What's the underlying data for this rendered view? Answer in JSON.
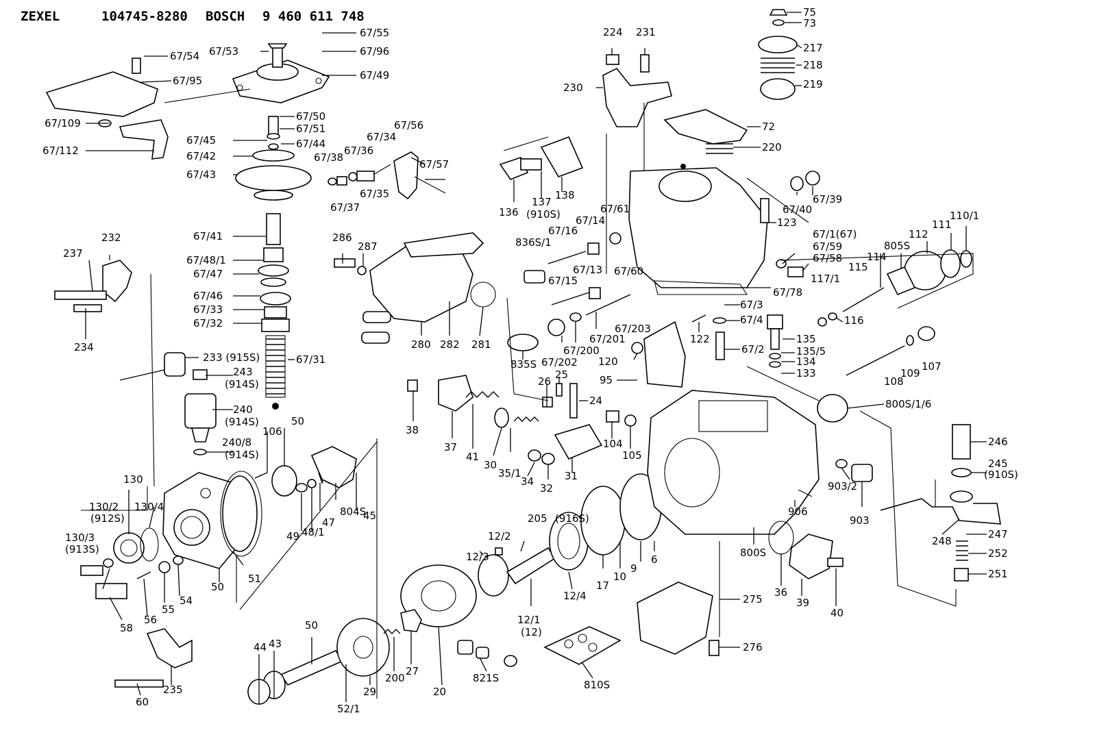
{
  "header": {
    "brand1": "ZEXEL",
    "number1": "104745-8280",
    "brand2": "BOSCH",
    "number2": "9 460 611 748"
  },
  "labels": [
    "67/54",
    "67/53",
    "67/55",
    "67/96",
    "67/95",
    "67/49",
    "67/109",
    "67/112",
    "67/50",
    "67/51",
    "67/45",
    "67/44",
    "67/42",
    "67/43",
    "67/41",
    "67/48/1",
    "67/47",
    "67/46",
    "67/33",
    "67/32",
    "67/31",
    "67/38",
    "67/36",
    "67/34",
    "67/56",
    "67/57",
    "67/37",
    "67/35",
    "237",
    "232",
    "234",
    "233 (915S)",
    "243",
    "(914S)",
    "240",
    "(914S)",
    "240/8",
    "(914S)",
    "286",
    "287",
    "280",
    "282",
    "281",
    "224",
    "231",
    "230",
    "75",
    "73",
    "217",
    "218",
    "219",
    "72",
    "220",
    "136",
    "137",
    "(910S)",
    "138",
    "67/61",
    "67/14",
    "67/16",
    "836S/1",
    "67/13",
    "67/15",
    "67/60",
    "123",
    "67/39",
    "67/40",
    "67/1(67)",
    "67/59",
    "67/58",
    "67/78",
    "110/1",
    "111",
    "112",
    "805S",
    "114",
    "115",
    "117/1",
    "116",
    "67/3",
    "67/4",
    "135",
    "135/5",
    "134",
    "133",
    "67/2",
    "67/201",
    "67/200",
    "67/202",
    "835S",
    "67/203",
    "122",
    "120",
    "95",
    "108",
    "109",
    "107",
    "800S/1/6",
    "38",
    "37",
    "41",
    "30",
    "35/1",
    "34",
    "26",
    "25",
    "24",
    "32",
    "31",
    "104",
    "105",
    "246",
    "245",
    "(910S)",
    "903/2",
    "903",
    "247",
    "248",
    "252",
    "251",
    "130",
    "130/2",
    "(912S)",
    "130/4",
    "130/3",
    "(913S)",
    "106",
    "50",
    "51",
    "49",
    "48/1",
    "47",
    "804S",
    "45",
    "58",
    "56",
    "55",
    "54",
    "205",
    "(916S)",
    "12/2",
    "12/3",
    "12/1",
    "(12)",
    "12/4",
    "17",
    "10",
    "9",
    "6",
    "906",
    "800S",
    "36",
    "39",
    "40",
    "275",
    "276",
    "50",
    "52/1",
    "43",
    "44",
    "29",
    "200",
    "27",
    "20",
    "821S",
    "810S",
    "60",
    "235",
    "50"
  ]
}
